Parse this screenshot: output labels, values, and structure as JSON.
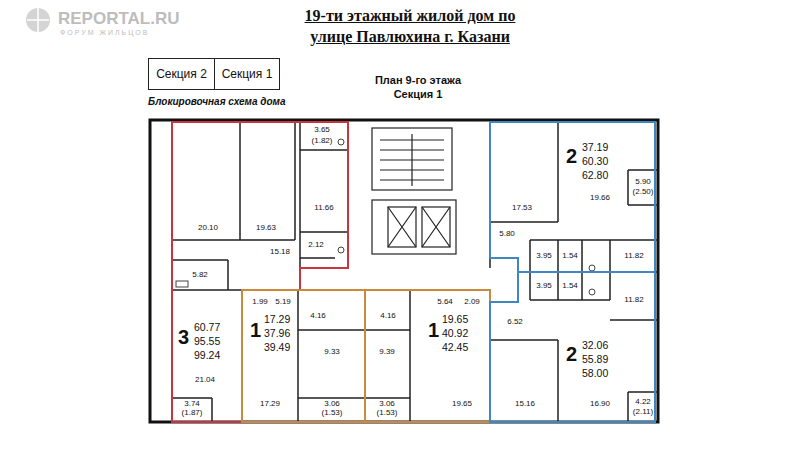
{
  "diagram": {
    "title": "19-ти этажный жилой дом по улице Павлюхина г. Казани",
    "nodes": [
      {
        "text": [
          "Секция 2"
        ]
      },
      {
        "text": [
          "Секция 1"
        ]
      },
      {
        "text": [
          "3",
          "60.77",
          "95.55",
          "99.24"
        ]
      },
      {
        "text": [
          "2",
          "37.19",
          "60.30",
          "62.80"
        ]
      },
      {
        "text": [
          "1",
          "17.29",
          "37.96",
          "39.49"
        ]
      },
      {
        "text": [
          "1",
          "19.65",
          "40.92",
          "42.45"
        ]
      },
      {
        "text": [
          "2",
          "32.06",
          "55.89",
          "58.00"
        ]
      }
    ],
    "labels": [
      "REPORTAL.RU",
      "ФОРУМ ЖИЛЬЦОВ",
      "Блокировочная схема дома",
      "План 9-го этажа",
      "Секция 1",
      "3.65",
      "(1.82)",
      "20.10",
      "19.63",
      "11.66",
      "2.12",
      "15.18",
      "5.82",
      "21.04",
      "3.74",
      "(1.87)",
      "17.53",
      "19.66",
      "5.90",
      "(2.50)",
      "5.80",
      "3.95",
      "1.54",
      "11.82",
      "1.99",
      "5.19",
      "4.16",
      "9.33",
      "17.29",
      "3.06",
      "(1.53)",
      "4.16",
      "9.39",
      "3.06",
      "(1.53)",
      "5.64",
      "2.09",
      "19.65",
      "3.95",
      "1.54",
      "6.52",
      "11.82",
      "15.16",
      "16.90",
      "4.22",
      "(2.11)"
    ]
  }
}
